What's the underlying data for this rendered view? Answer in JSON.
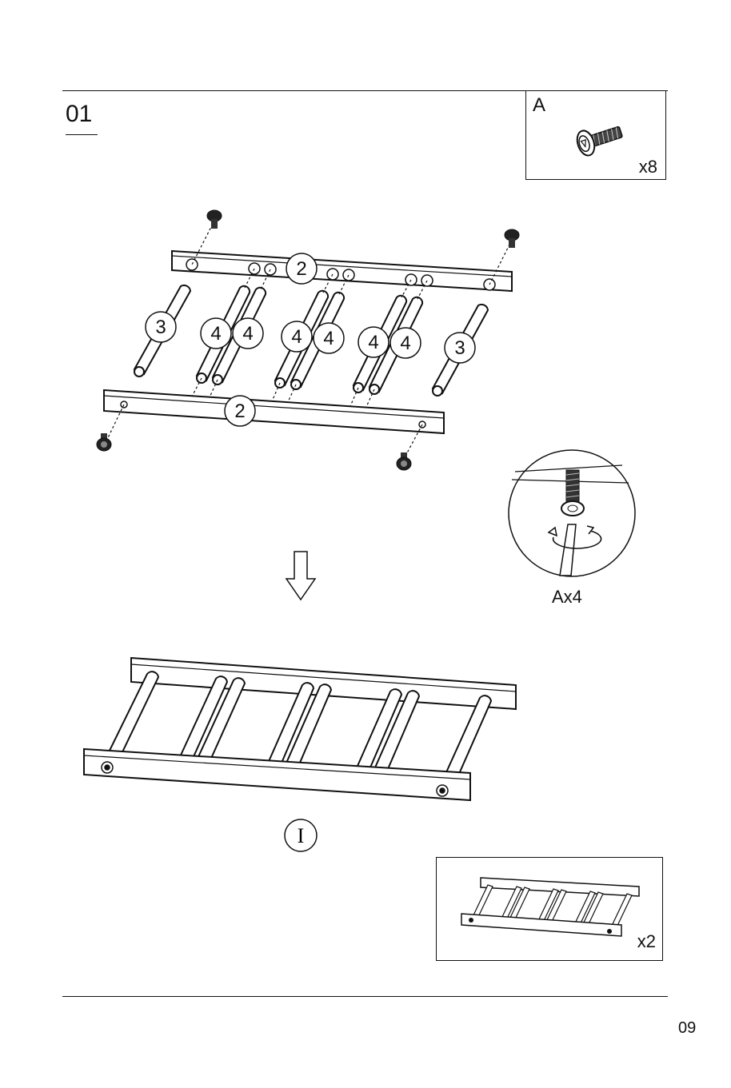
{
  "step": {
    "number": "01"
  },
  "hardware": {
    "letter": "A",
    "quantity": "x8"
  },
  "parts": {
    "rail": "2",
    "end_bar": "3",
    "inner_bar": "4"
  },
  "detail": {
    "quantity": "Ax4"
  },
  "result": {
    "roman": "I",
    "quantity": "x2"
  },
  "page": {
    "number": "09"
  }
}
